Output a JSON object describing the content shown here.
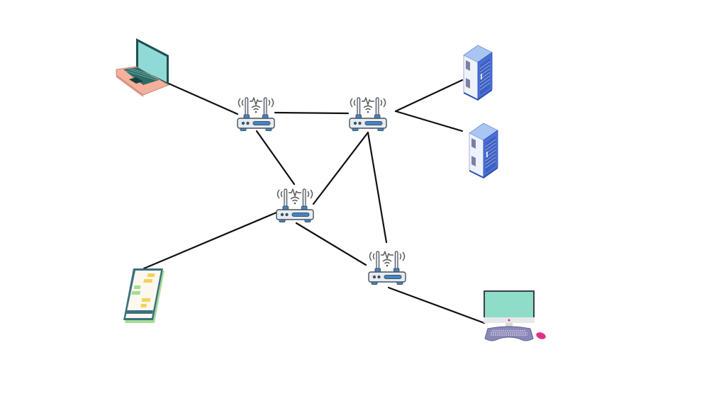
{
  "diagram": {
    "type": "network-topology",
    "background": "#ffffff",
    "link_color": "#111111",
    "nodes": [
      {
        "id": "laptop",
        "kind": "laptop",
        "icon": "laptop-icon",
        "colors": {
          "body": "#f4b09c",
          "screen": "#8fdad6",
          "frame": "#1f4f4f"
        }
      },
      {
        "id": "router-1",
        "kind": "wireless-router",
        "icon": "router-icon"
      },
      {
        "id": "router-2",
        "kind": "wireless-router",
        "icon": "router-icon"
      },
      {
        "id": "router-3",
        "kind": "wireless-router",
        "icon": "router-icon"
      },
      {
        "id": "router-4",
        "kind": "wireless-router",
        "icon": "router-icon"
      },
      {
        "id": "server-1",
        "kind": "server-rack",
        "icon": "server-rack-icon",
        "colors": {
          "side": "#eef3fb",
          "front": "#4a6fd8",
          "top": "#a9c6f2"
        }
      },
      {
        "id": "server-2",
        "kind": "server-rack",
        "icon": "server-rack-icon",
        "colors": {
          "side": "#eef3fb",
          "front": "#4a6fd8",
          "top": "#a9c6f2"
        }
      },
      {
        "id": "phone",
        "kind": "smartphone",
        "icon": "smartphone-icon",
        "colors": {
          "frame": "#3d6f80",
          "screen": "#fbf8ee",
          "bubble_yellow": "#f2d25a",
          "bubble_green": "#a6dc94"
        }
      },
      {
        "id": "desktop",
        "kind": "desktop-computer",
        "icon": "desktop-computer-icon",
        "colors": {
          "screen": "#8fdcc8",
          "keyboard": "#8a88b8",
          "mouse": "#e0308a"
        }
      }
    ],
    "links": [
      {
        "from": "laptop",
        "to": "router-1"
      },
      {
        "from": "router-1",
        "to": "router-2"
      },
      {
        "from": "router-2",
        "to": "server-1"
      },
      {
        "from": "router-2",
        "to": "server-2"
      },
      {
        "from": "router-1",
        "to": "router-3"
      },
      {
        "from": "router-2",
        "to": "router-3"
      },
      {
        "from": "router-2",
        "to": "router-4"
      },
      {
        "from": "router-3",
        "to": "phone"
      },
      {
        "from": "router-3",
        "to": "router-4"
      },
      {
        "from": "router-4",
        "to": "desktop"
      }
    ]
  }
}
